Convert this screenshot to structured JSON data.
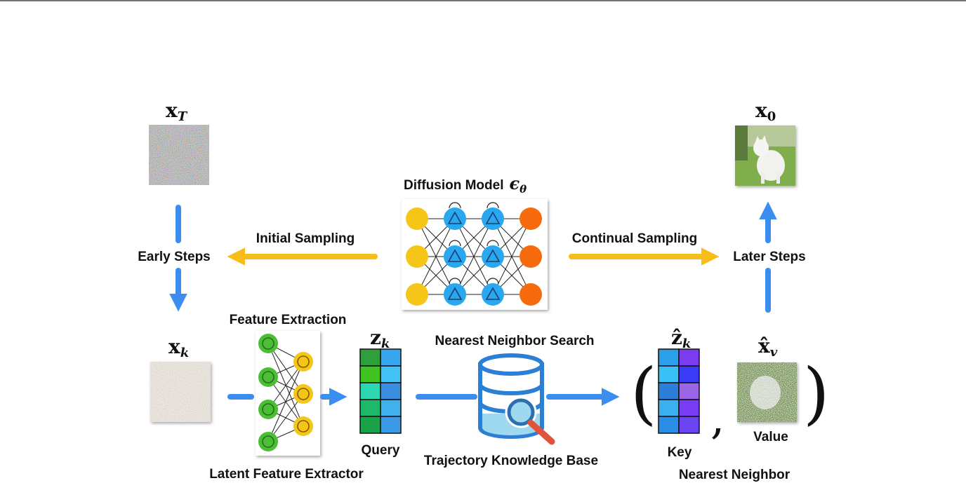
{
  "labels": {
    "xT": "x",
    "xT_sub": "T",
    "x0": "x",
    "x0_sub": "0",
    "xk": "x",
    "xk_sub": "k",
    "zk": "z",
    "zk_sub": "k",
    "zhat": "ẑ",
    "zhat_sub": "k",
    "xhat": "x̂",
    "xhat_sub": "v",
    "diffusion_model": "Diffusion Model",
    "epsilon": "ϵ",
    "epsilon_sub": "θ",
    "initial_sampling": "Initial Sampling",
    "continual_sampling": "Continual Sampling",
    "early_steps": "Early Steps",
    "later_steps": "Later Steps",
    "feature_extraction": "Feature Extraction",
    "latent_feature_extractor": "Latent Feature Extractor",
    "query": "Query",
    "nearest_neighbor_search": "Nearest Neighbor Search",
    "trajectory_knowledge_base": "Trajectory Knowledge Base",
    "key": "Key",
    "value": "Value",
    "nearest_neighbor": "Nearest Neighbor",
    "open_paren": "(",
    "close_paren": ")",
    "comma": ","
  },
  "colors": {
    "blue_arrow": "#3b8df0",
    "orange_arrow": "#f7bd1a",
    "node_yellow": "#f5c518",
    "node_blue": "#29a8ef",
    "node_orange": "#f76b0f",
    "node_green": "#4bbf33",
    "db_blue": "#2b7fd4",
    "db_light": "#9fd9f0"
  },
  "icons": {
    "noise_image": "noise-image",
    "clean_image": "dog-image",
    "partial_image": "partial-noise-image",
    "retrieved_image": "retrieved-image",
    "network": "neural-network-icon",
    "extractor": "extractor-network-icon",
    "database": "database-search-icon"
  }
}
